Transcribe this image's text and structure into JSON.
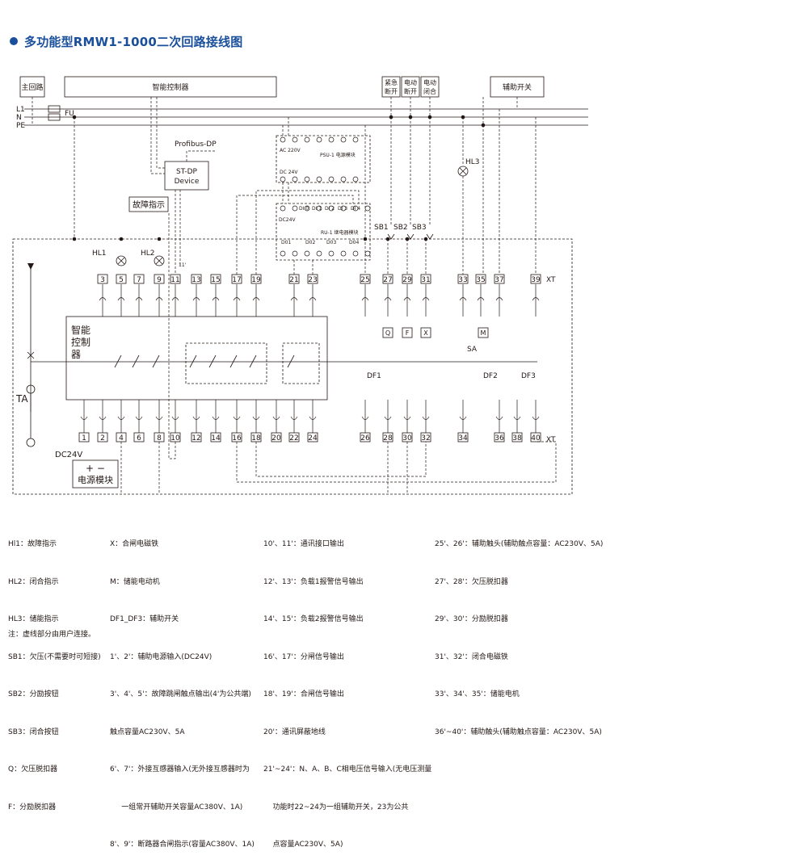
{
  "title": "多功能型RMW1-1000二次回路接线图",
  "colors": {
    "title": "#1a4f9c",
    "line": "#231815"
  },
  "top_boxes": {
    "main_circuit": "主回路",
    "controller": "智能控制器",
    "emergency_off": [
      "紧急",
      "断开"
    ],
    "electric_off": [
      "电动",
      "断开"
    ],
    "electric_close": [
      "电动",
      "闭合"
    ],
    "aux_switch": "辅助开关"
  },
  "buses": {
    "l1": "L1",
    "n": "N",
    "pe": "PE",
    "fu": "FU"
  },
  "modules": {
    "psu": {
      "name": "PSU-1 电源模块",
      "ac": "AC 220V",
      "dc": "DC 24V"
    },
    "ru": {
      "name": "RU-1 继电器模块",
      "dc": "DC24V",
      "inputs": [
        "DI 0",
        "DI 1",
        "DI 2",
        "DI 3",
        "DI 4"
      ],
      "outputs": [
        "D01",
        "D02",
        "D03",
        "D04"
      ]
    },
    "stdp": {
      "line1": "ST-DP",
      "line2": "Device",
      "bus": "Profibus-DP"
    },
    "fault": "故障指示",
    "power": {
      "sign": "+ −",
      "name": "电源模块",
      "dc": "DC24V"
    },
    "controller_big": [
      "智能",
      "控制",
      "器"
    ]
  },
  "labels": {
    "hl1": "HL1",
    "hl2": "HL2",
    "hl3": "HL3",
    "sb1": "SB1",
    "sb2": "SB2",
    "sb3": "SB3",
    "ta": "TA",
    "sa": "SA",
    "df1": "DF1",
    "df2": "DF2",
    "df3": "DF3",
    "xt_top": "XT",
    "xt_bottom": "XT",
    "prime": "11'",
    "q": "Q",
    "f": "F",
    "x": "X",
    "m": "M"
  },
  "terminals_top": [
    "3",
    "5",
    "7",
    "9",
    "11",
    "13",
    "15",
    "17",
    "19",
    "21",
    "23",
    "25",
    "27",
    "29",
    "31",
    "33",
    "35",
    "37",
    "39"
  ],
  "terminals_bottom": [
    "1",
    "2",
    "4",
    "6",
    "8",
    "10",
    "12",
    "14",
    "16",
    "18",
    "20",
    "22",
    "24",
    "26",
    "28",
    "30",
    "32",
    "34",
    "36",
    "38",
    "40"
  ],
  "legend": {
    "col1": [
      "Hl1：故障指示",
      "HL2：闭合指示",
      "HL3：储能指示",
      "SB1：欠压(不需要时可短接)",
      "SB2：分励按钮",
      "SB3：闭合按钮",
      "Q：欠压脱扣器",
      "F：分励脱扣器"
    ],
    "col2": [
      "X：合闸电磁铁",
      "M：储能电动机",
      "DF1_DF3：辅助开关",
      "1'、2'：辅助电源输入(DC24V)",
      "3'、4'、5'：故障跳闸触点输出(4'为公共端)",
      "触点容量AC230V、5A",
      "6'、7'：外接互感器输入(无外接互感器时为",
      "     一组常开辅助开关容量AC380V、1A)",
      "8'、9'：断路器合闸指示(容量AC380V、1A)"
    ],
    "col3": [
      "10'、11'：通讯接口输出",
      "12'、13'：负载1报警信号输出",
      "14'、15'：负载2报警信号输出",
      "16'、17'：分闸信号输出",
      "18'、19'：合闸信号输出",
      "20'：通讯屏蔽地线",
      "21'~24'：N、A、B、C相电压信号输入(无电压测量",
      "    功能时22~24为一组辅助开关，23为公共",
      "    点容量AC230V、5A)"
    ],
    "col4": [
      "25'、26'：辅助触头(辅助触点容量：AC230V、5A)",
      "27'、28'：欠压脱扣器",
      "29'、30'：分励脱扣器",
      "31'、32'：闭合电磁铁",
      "33'、34'、35'：储能电机",
      "36'~40'：辅助触头(辅助触点容量：AC230V、5A)"
    ],
    "footnote": "注：虚线部分由用户连接。"
  }
}
